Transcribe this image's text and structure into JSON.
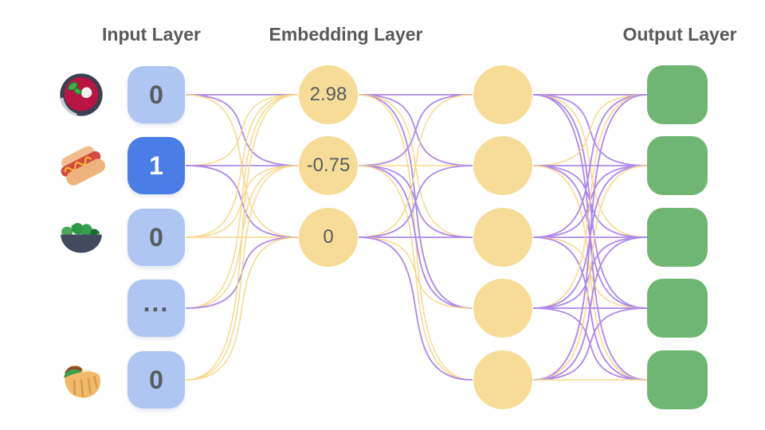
{
  "titles": {
    "input": "Input Layer",
    "embedding": "Embedding Layer",
    "output": "Output Layer"
  },
  "colors": {
    "background": "#ffffff",
    "title_text": "#595959",
    "value_text": "#575c63",
    "input_box": "#aec6f1",
    "input_box_active": "#4b7de6",
    "input_value_active_text": "#ffffff",
    "node_yellow": "#f6dc96",
    "output_green": "#6fb573",
    "edge_purple": "#ad87ea",
    "edge_yellow": "#f7d78c"
  },
  "input_layer": {
    "nodes": [
      {
        "value": "0",
        "active": false,
        "icon": "soup-bowl"
      },
      {
        "value": "1",
        "active": true,
        "icon": "hot-dog"
      },
      {
        "value": "0",
        "active": false,
        "icon": "salad"
      },
      {
        "value": "...",
        "active": false,
        "icon": ""
      },
      {
        "value": "0",
        "active": false,
        "icon": "stuffed-flatbread"
      }
    ]
  },
  "embedding_layer": {
    "values": [
      "2.98",
      "-0.75",
      "0"
    ]
  },
  "hidden_layer": {
    "node_count": 5
  },
  "output_layer": {
    "node_count": 5
  },
  "edges": {
    "input_to_embedding": [
      {
        "from": 0,
        "to": 0,
        "color": "purple"
      },
      {
        "from": 0,
        "to": 1,
        "color": "purple"
      },
      {
        "from": 0,
        "to": 2,
        "color": "yellow"
      },
      {
        "from": 1,
        "to": 0,
        "color": "yellow"
      },
      {
        "from": 1,
        "to": 1,
        "color": "purple"
      },
      {
        "from": 1,
        "to": 2,
        "color": "purple"
      },
      {
        "from": 2,
        "to": 0,
        "color": "yellow"
      },
      {
        "from": 2,
        "to": 1,
        "color": "yellow"
      },
      {
        "from": 2,
        "to": 2,
        "color": "yellow"
      },
      {
        "from": 3,
        "to": 0,
        "color": "yellow"
      },
      {
        "from": 3,
        "to": 1,
        "color": "yellow"
      },
      {
        "from": 3,
        "to": 2,
        "color": "purple"
      },
      {
        "from": 4,
        "to": 0,
        "color": "yellow"
      },
      {
        "from": 4,
        "to": 1,
        "color": "yellow"
      },
      {
        "from": 4,
        "to": 2,
        "color": "yellow"
      }
    ],
    "embedding_to_hidden": [
      {
        "from": 0,
        "to": 0,
        "color": "purple"
      },
      {
        "from": 0,
        "to": 1,
        "color": "purple"
      },
      {
        "from": 0,
        "to": 2,
        "color": "yellow"
      },
      {
        "from": 0,
        "to": 3,
        "color": "purple"
      },
      {
        "from": 0,
        "to": 4,
        "color": "yellow"
      },
      {
        "from": 1,
        "to": 0,
        "color": "purple"
      },
      {
        "from": 1,
        "to": 1,
        "color": "yellow"
      },
      {
        "from": 1,
        "to": 2,
        "color": "purple"
      },
      {
        "from": 1,
        "to": 3,
        "color": "purple"
      },
      {
        "from": 1,
        "to": 4,
        "color": "yellow"
      },
      {
        "from": 2,
        "to": 0,
        "color": "yellow"
      },
      {
        "from": 2,
        "to": 1,
        "color": "purple"
      },
      {
        "from": 2,
        "to": 2,
        "color": "purple"
      },
      {
        "from": 2,
        "to": 3,
        "color": "yellow"
      },
      {
        "from": 2,
        "to": 4,
        "color": "purple"
      }
    ],
    "hidden_to_output": [
      {
        "from": 0,
        "to": 0,
        "color": "purple"
      },
      {
        "from": 0,
        "to": 1,
        "color": "purple"
      },
      {
        "from": 0,
        "to": 2,
        "color": "yellow"
      },
      {
        "from": 0,
        "to": 3,
        "color": "purple"
      },
      {
        "from": 0,
        "to": 4,
        "color": "purple"
      },
      {
        "from": 1,
        "to": 0,
        "color": "yellow"
      },
      {
        "from": 1,
        "to": 1,
        "color": "purple"
      },
      {
        "from": 1,
        "to": 2,
        "color": "purple"
      },
      {
        "from": 1,
        "to": 3,
        "color": "purple"
      },
      {
        "from": 1,
        "to": 4,
        "color": "yellow"
      },
      {
        "from": 2,
        "to": 0,
        "color": "purple"
      },
      {
        "from": 2,
        "to": 1,
        "color": "purple"
      },
      {
        "from": 2,
        "to": 2,
        "color": "purple"
      },
      {
        "from": 2,
        "to": 3,
        "color": "yellow"
      },
      {
        "from": 2,
        "to": 4,
        "color": "purple"
      },
      {
        "from": 3,
        "to": 0,
        "color": "yellow"
      },
      {
        "from": 3,
        "to": 1,
        "color": "purple"
      },
      {
        "from": 3,
        "to": 2,
        "color": "purple"
      },
      {
        "from": 3,
        "to": 3,
        "color": "purple"
      },
      {
        "from": 3,
        "to": 4,
        "color": "purple"
      },
      {
        "from": 4,
        "to": 0,
        "color": "purple"
      },
      {
        "from": 4,
        "to": 1,
        "color": "yellow"
      },
      {
        "from": 4,
        "to": 2,
        "color": "purple"
      },
      {
        "from": 4,
        "to": 3,
        "color": "purple"
      },
      {
        "from": 4,
        "to": 4,
        "color": "yellow"
      }
    ]
  }
}
